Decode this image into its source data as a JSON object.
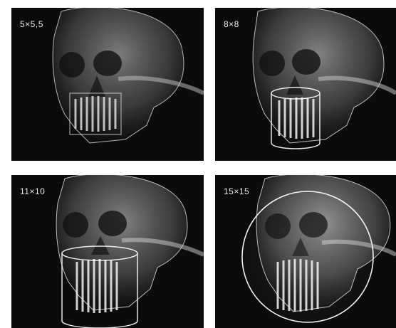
{
  "panels": [
    {
      "label": "5×5,5"
    },
    {
      "label": "8×8"
    },
    {
      "label": "11×10"
    },
    {
      "label": "15×15"
    }
  ],
  "colors": {
    "background": "#0b0b0b",
    "skull": "#cfcfcf",
    "fov_outline": "#ffffff"
  }
}
